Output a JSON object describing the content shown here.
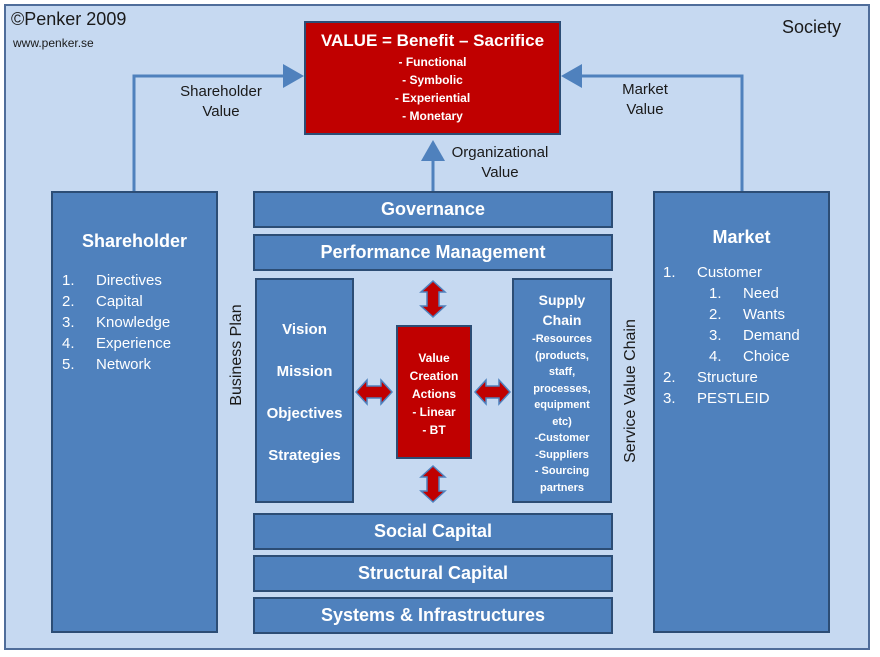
{
  "copyright": "©Penker 2009",
  "website": "www.penker.se",
  "society": "Society",
  "value_box": {
    "title": "VALUE = Benefit – Sacrifice",
    "items": [
      "- Functional",
      "- Symbolic",
      "- Experiential",
      "- Monetary"
    ]
  },
  "labels": {
    "shareholder_value_1": "Shareholder",
    "shareholder_value_2": "Value",
    "market_value_1": "Market",
    "market_value_2": "Value",
    "org_value_1": "Organizational",
    "org_value_2": "Value",
    "business_plan": "Business Plan",
    "service_value_chain": "Service Value Chain"
  },
  "shareholder": {
    "title": "Shareholder",
    "items": [
      {
        "num": "1.",
        "text": "Directives"
      },
      {
        "num": "2.",
        "text": "Capital"
      },
      {
        "num": "3.",
        "text": "Knowledge"
      },
      {
        "num": "4.",
        "text": "Experience"
      },
      {
        "num": "5.",
        "text": "Network"
      }
    ]
  },
  "market": {
    "title": "Market",
    "items": [
      {
        "num": "1.",
        "text": "Customer",
        "level": 0
      },
      {
        "num": "1.",
        "text": "Need",
        "level": 1
      },
      {
        "num": "2.",
        "text": "Wants",
        "level": 1
      },
      {
        "num": "3.",
        "text": "Demand",
        "level": 1
      },
      {
        "num": "4.",
        "text": "Choice",
        "level": 1
      },
      {
        "num": "2.",
        "text": "Structure",
        "level": 0
      },
      {
        "num": "3.",
        "text": "PESTLEID",
        "level": 0
      }
    ]
  },
  "bars": {
    "governance": "Governance",
    "performance": "Performance Management",
    "social": "Social Capital",
    "structural": "Structural Capital",
    "systems": "Systems  & Infrastructures"
  },
  "plan_items": [
    "Vision",
    "Mission",
    "Objectives",
    "Strategies"
  ],
  "value_creation": {
    "lines": [
      "Value",
      "Creation",
      "Actions"
    ],
    "items": [
      "- Linear",
      "- BT"
    ]
  },
  "supply_chain": {
    "title_1": "Supply",
    "title_2": "Chain",
    "lines": [
      "-Resources",
      "(products,",
      "staff,",
      "processes,",
      "equipment",
      "etc)",
      "-Customer",
      "-Suppliers",
      "- Sourcing",
      "partners"
    ]
  },
  "colors": {
    "box_blue": "#4f81bd",
    "box_border": "#2c4d75",
    "value_red": "#c00000",
    "background": "#c6d9f1"
  }
}
